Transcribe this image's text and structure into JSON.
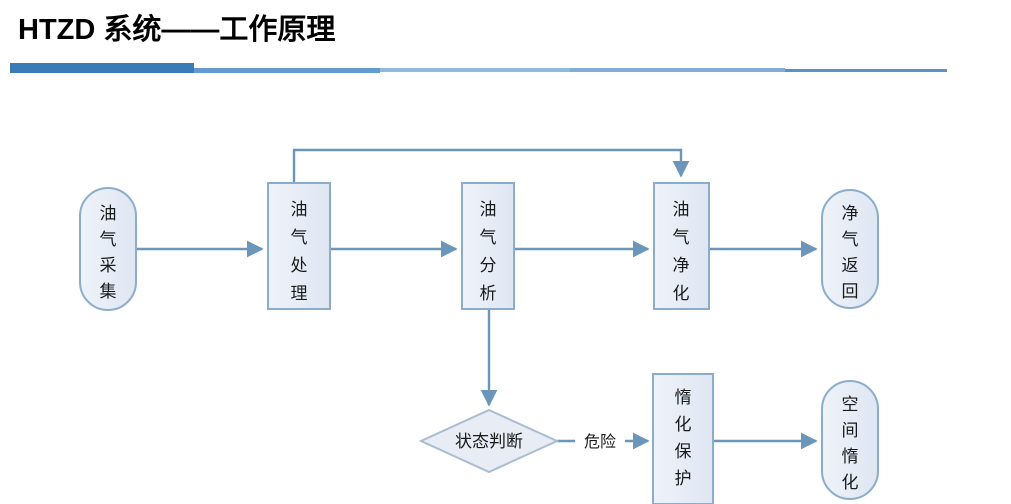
{
  "slide": {
    "title": "HTZD 系统——工作原理",
    "background_color": "#ffffff"
  },
  "divider": {
    "segments": [
      {
        "name": "thick-accent",
        "color": "#3b7cb8"
      },
      {
        "name": "mid-accent",
        "color": "#649cd2"
      },
      {
        "name": "light-accent-1",
        "color": "#8fb8dd"
      },
      {
        "name": "light-accent-2",
        "color": "#7fadd7"
      },
      {
        "name": "light-accent-3",
        "color": "#5b92c6"
      }
    ]
  },
  "diagram": {
    "type": "flowchart",
    "node_fill": "#e8edf6",
    "node_stroke": "#8badcb",
    "connector_color": "#6b95b9",
    "nodes": [
      {
        "id": "collect",
        "shape": "stadium",
        "label": "油气采集",
        "orientation": "vertical"
      },
      {
        "id": "process",
        "shape": "rectangle",
        "label": "油气处理",
        "orientation": "vertical"
      },
      {
        "id": "analyze",
        "shape": "rectangle",
        "label": "油气分析",
        "orientation": "vertical"
      },
      {
        "id": "purify",
        "shape": "rectangle",
        "label": "油气净化",
        "orientation": "vertical"
      },
      {
        "id": "return",
        "shape": "stadium",
        "label": "净气返回",
        "orientation": "vertical"
      },
      {
        "id": "judge",
        "shape": "diamond",
        "label": "状态判断",
        "orientation": "horizontal"
      },
      {
        "id": "inerting",
        "shape": "rectangle",
        "label": "惰化保护",
        "orientation": "vertical"
      },
      {
        "id": "space",
        "shape": "stadium",
        "label": "空间惰化",
        "orientation": "vertical"
      }
    ],
    "edges": [
      {
        "from": "collect",
        "to": "process",
        "label": ""
      },
      {
        "from": "process",
        "to": "analyze",
        "label": ""
      },
      {
        "from": "analyze",
        "to": "purify",
        "label": ""
      },
      {
        "from": "purify",
        "to": "return",
        "label": ""
      },
      {
        "from": "process",
        "to": "purify",
        "label": "",
        "routing": "feedback-top"
      },
      {
        "from": "analyze",
        "to": "judge",
        "label": "",
        "routing": "down"
      },
      {
        "from": "judge",
        "to": "inerting",
        "label": "危险"
      },
      {
        "from": "inerting",
        "to": "space",
        "label": ""
      }
    ],
    "edge_labels": {
      "danger": "危险"
    },
    "node_text": {
      "collect": {
        "chars": [
          "油",
          "气",
          "采",
          "集"
        ]
      },
      "process": {
        "chars": [
          "油",
          "气",
          "处",
          "理"
        ]
      },
      "analyze": {
        "chars": [
          "油",
          "气",
          "分",
          "析"
        ]
      },
      "purify": {
        "chars": [
          "油",
          "气",
          "净",
          "化"
        ]
      },
      "return": {
        "chars": [
          "净",
          "气",
          "返",
          "回"
        ]
      },
      "judge": {
        "chars": [
          "状态判断"
        ]
      },
      "inerting": {
        "chars": [
          "惰",
          "化",
          "保",
          "护"
        ]
      },
      "space": {
        "chars": [
          "空",
          "间",
          "惰",
          "化"
        ]
      }
    }
  }
}
